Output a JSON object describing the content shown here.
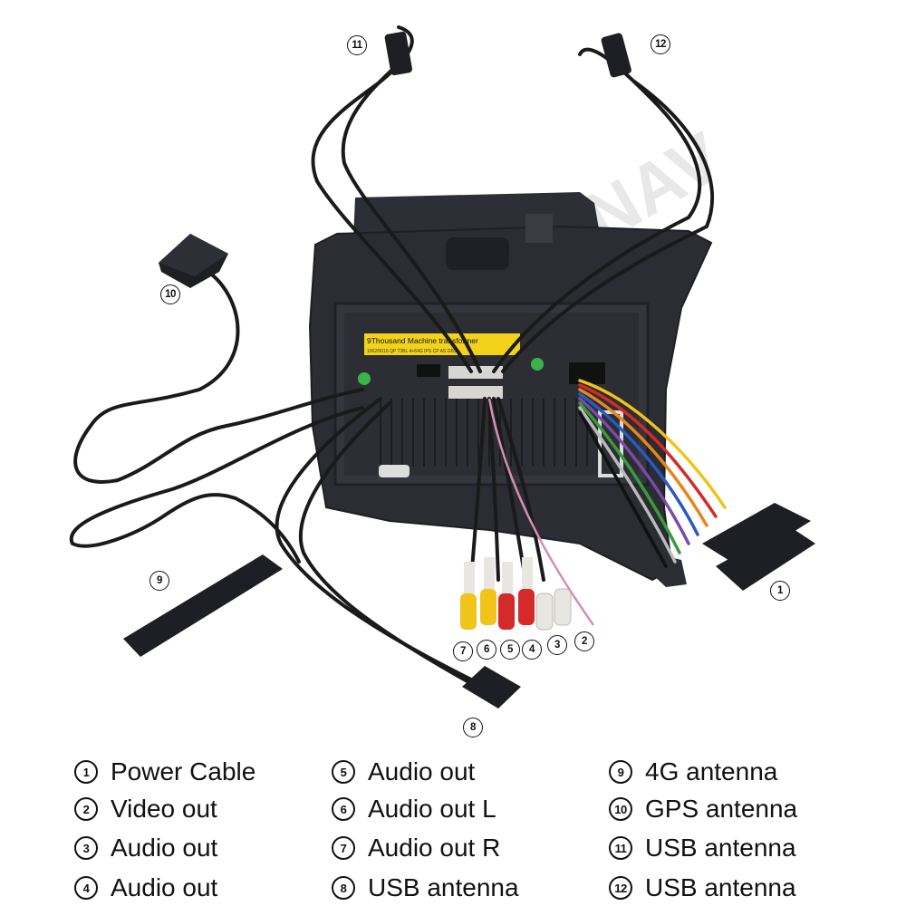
{
  "watermark": "ZWNAV",
  "unit_sticker": {
    "line1": "9Thousand Machine transformer",
    "line2": "1002/0016 QP T3BL 4+64G IPS CP AS GB3"
  },
  "callouts": {
    "c1": "1",
    "c2": "2",
    "c3": "3",
    "c4": "4",
    "c5": "5",
    "c6": "6",
    "c7": "7",
    "c8": "8",
    "c9": "9",
    "c10": "10",
    "c11": "11",
    "c12": "12"
  },
  "legend": [
    {
      "num": "1",
      "label": "Power Cable"
    },
    {
      "num": "2",
      "label": "Video out"
    },
    {
      "num": "3",
      "label": "Audio out"
    },
    {
      "num": "4",
      "label": "Audio out"
    },
    {
      "num": "5",
      "label": "Audio out"
    },
    {
      "num": "6",
      "label": "Audio out L"
    },
    {
      "num": "7",
      "label": "Audio out R"
    },
    {
      "num": "8",
      "label": "USB antenna"
    },
    {
      "num": "9",
      "label": "4G antenna"
    },
    {
      "num": "10",
      "label": "GPS antenna"
    },
    {
      "num": "11",
      "label": "USB antenna"
    },
    {
      "num": "12",
      "label": "USB antenna"
    }
  ],
  "colors": {
    "unit_body": "#2b2d33",
    "cable": "#1a1a1a",
    "sticker": "#f2d21b",
    "rca_yellow": "#f0c419",
    "rca_red": "#d42a2a",
    "rca_white": "#e8e6e0",
    "video_wire": "#d48fb5",
    "led_green": "#3bb34a"
  }
}
